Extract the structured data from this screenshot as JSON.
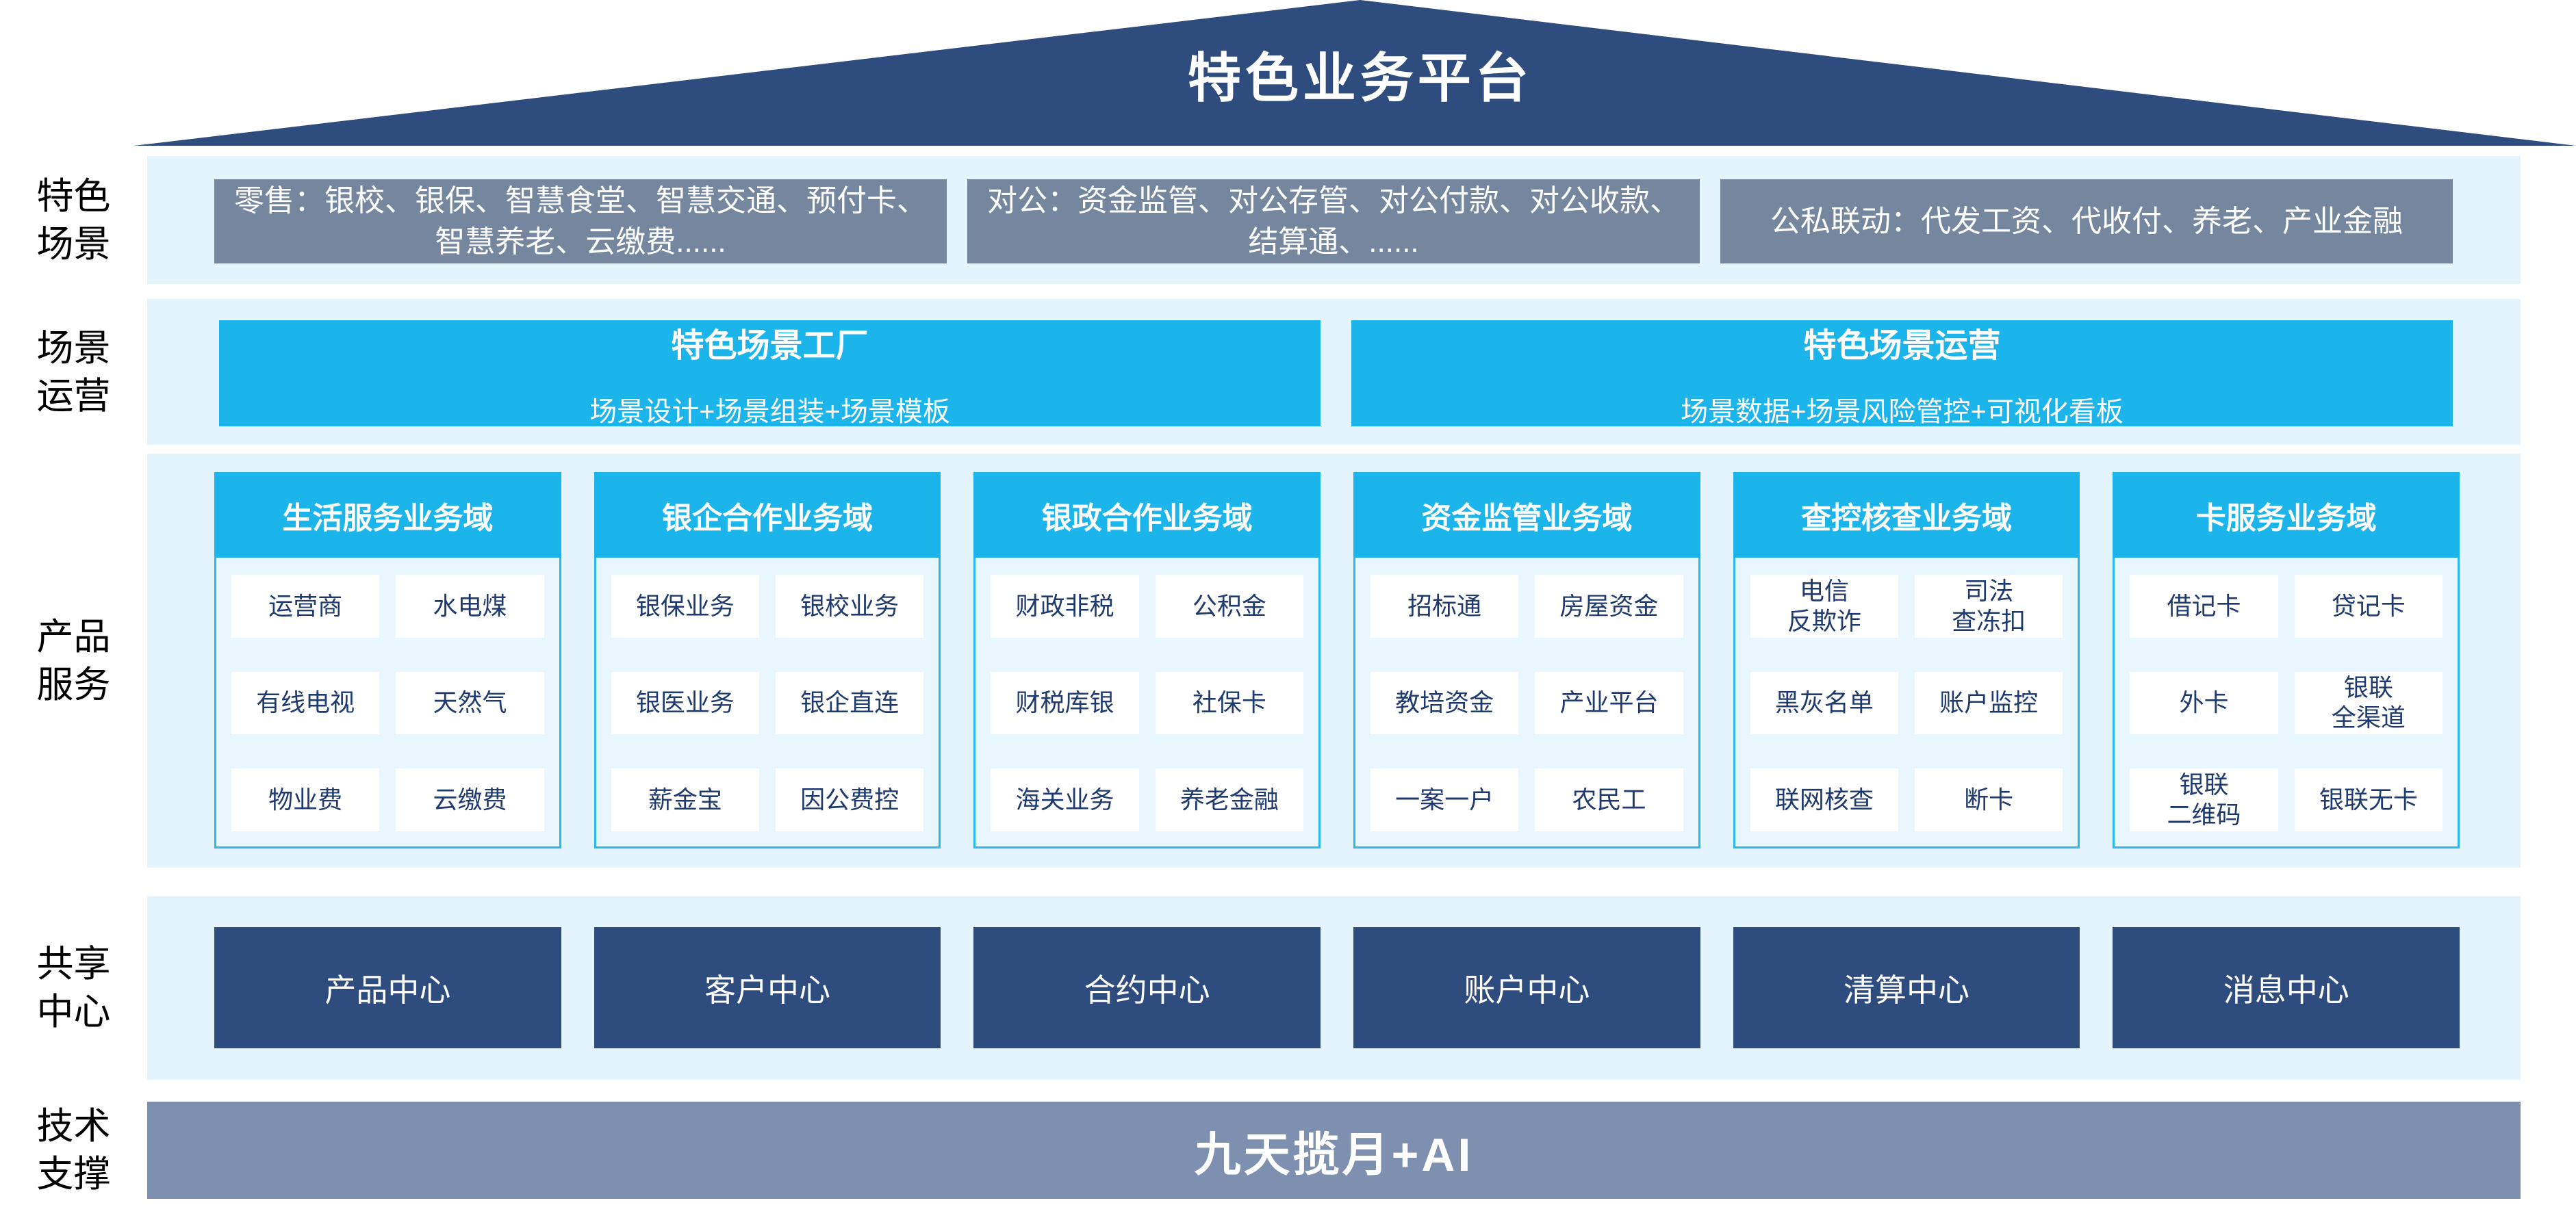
{
  "roof": {
    "title": "特色业务平台"
  },
  "colors": {
    "roof_navy": "#2E4C7E",
    "scene_gray_blue": "#75879F",
    "cyan": "#1CB5EB",
    "band_light_blue": "#E3F4FD",
    "panel_light_blue": "#E8F7FE",
    "item_text_navy": "#1E3A6E",
    "center_navy": "#2E4C7E",
    "tech_bar_blue": "#7E90AF"
  },
  "rows": {
    "scenes": {
      "label": "特色\n场景",
      "boxes": [
        "零售：银校、银保、智慧食堂、智慧交通、预付卡、智慧养老、云缴费......",
        "对公：资金监管、对公存管、对公付款、对公收款、结算通、......",
        "公私联动：代发工资、代收付、养老、产业金融"
      ]
    },
    "operation": {
      "label": "场景\n运营",
      "boxes": [
        {
          "title": "特色场景工厂",
          "subtitle": "场景设计+场景组装+场景模板"
        },
        {
          "title": "特色场景运营",
          "subtitle": "场景数据+场景风险管控+可视化看板"
        }
      ]
    },
    "products": {
      "label": "产品\n服务",
      "domains": [
        {
          "title": "生活服务业务域",
          "items": [
            "运营商",
            "水电煤",
            "有线电视",
            "天然气",
            "物业费",
            "云缴费"
          ]
        },
        {
          "title": "银企合作业务域",
          "items": [
            "银保业务",
            "银校业务",
            "银医业务",
            "银企直连",
            "薪金宝",
            "因公费控"
          ]
        },
        {
          "title": "银政合作业务域",
          "items": [
            "财政非税",
            "公积金",
            "财税库银",
            "社保卡",
            "海关业务",
            "养老金融"
          ]
        },
        {
          "title": "资金监管业务域",
          "items": [
            "招标通",
            "房屋资金",
            "教培资金",
            "产业平台",
            "一案一户",
            "农民工"
          ]
        },
        {
          "title": "查控核查业务域",
          "items": [
            "电信\n反欺诈",
            "司法\n查冻扣",
            "黑灰名单",
            "账户监控",
            "联网核查",
            "断卡"
          ]
        },
        {
          "title": "卡服务业务域",
          "items": [
            "借记卡",
            "贷记卡",
            "外卡",
            "银联\n全渠道",
            "银联\n二维码",
            "银联无卡"
          ]
        }
      ]
    },
    "centers": {
      "label": "共享\n中心",
      "boxes": [
        "产品中心",
        "客户中心",
        "合约中心",
        "账户中心",
        "清算中心",
        "消息中心"
      ]
    },
    "tech": {
      "label": "技术\n支撑",
      "bar": "九天揽月+AI"
    }
  }
}
